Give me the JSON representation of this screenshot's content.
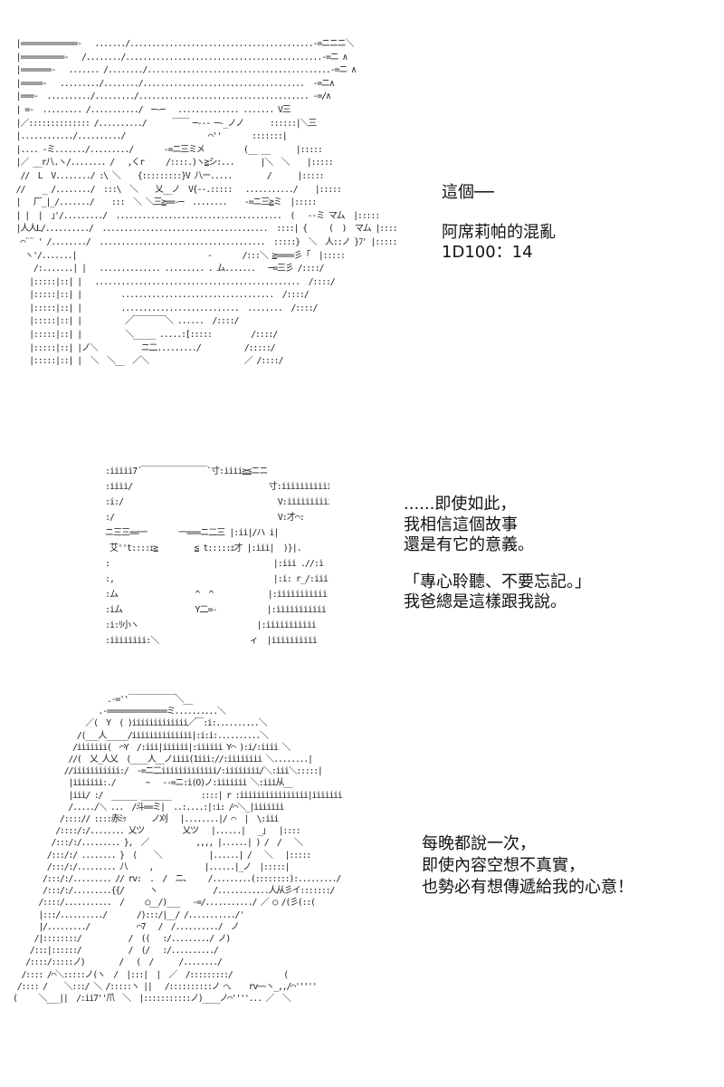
{
  "panels": [
    {
      "art": [
        "  |=============-   ......./..........................................-=ニニニ＼",
        "  |==========-   /......../.............................................-=ニ ∧",
        "  |=======-   ....... /......../..........................................-=ニ ∧",
        "  |=====-   ........./......../.....................................  -=ニ∧",
        "  |===-  ........../........./....................................... -=/∧",
        "  | =-  ......... /.........../  ─-─   .............. ....... V三",
        "  |／:::::::::::::: /........../      ￣￣ ─-‐‐ ─‐_ノノ      ::::::|＼三",
        "  |............/........../                   ⌒''       :::::::|",
        "  |.... -ミ......./........./       -=ニ三ミメ         (__ __      |:::::",
        "  |／ __r八.ヽ/........ /   ,くr     /::::.)ヽ≧シ:...      |＼  ＼    |:::::",
        "   //  L  V......../ :\\ ＼    {:::::::::}V 八ー.....        /      |:::::",
        "  //    _ /......../  :::\\  ＼    乂__ノ  V{--.:::::   .........../    |:::::",
        "  |   厂_|_/......./    :::  ＼ ＼三≧==‐─  ........    -=ニ三≧ミ  |:::::",
        "  | |  |  ｣'/........./  ......................................  (   --ミ マム  |:::::",
        "  |人人L/........../  ......................................  ::::| {     (  )  マム |:::::",
        "   ⌒¨¨ ' /......../  ......................................  :::::}  ＼  人::ノ }ﾌ' |:::::",
        "    ヽ'/.......|                              -       /:::＼ ≧====彡「  |:::::",
        "      /:.......| |   .............. ......... . ム.......   ─=三彡 /::::/",
        "     |:::::|::| |   ...............................................  /::::/",
        "     |:::::|::| |         ...................................  /::::/",
        "     |:::::|::| |         ...........................  ........  /::::/",
        "     |:::::|::| |          ／￣￣￣￣＼ ......  /::::/",
        "     |:::::|::| |          ＼_____ .....:[:::::         /::::/",
        "     |:::::|::| |ノ＼          ニ二........./          /:::::/",
        "     |:::::|::| |  ＼  ＼__  ／＼                      ／ /::::/"
      ],
      "dialogue": [
        "這個──",
        "",
        "阿席莉帕的混亂",
        "1D100：14"
      ]
    },
    {
      "art": [
        ":iiiii7´￣￣￣￣￣￣￣￣`寸:iiii≧≦ニニ",
        ":iiii/                              寸:iiiiiiiiiiii",
        ":i:/                                  V:iiiiiiiiiiii",
        ":/                                    V:才⌒:",
        "ニ三三==一       一===ニ二三 |:ii|/ハ i|",
        " 艾''t::::ｪ≧        ≦ t:::::ｪ才 |:iii|  )}|.",
        ":                                    |:iii .//:i",
        ":,                                   |:i: r_/:iii",
        ":ム                 ^  ^            |:iiiiiiiiiii",
        ":iム                Y二=-           |:iiiiiiiiiii",
        ":i:ﾘ小ヽ                          |:iiiiiiiiiii",
        ":iiiiiiii:＼                    ィ  |iiiiiiiiii"
      ],
      "dialogue": [
        "......即使如此，",
        "我相信這個故事",
        "還是有它的意義。",
        "",
        "「專心聆聽、不要忘記。」",
        "我爸總是這樣跟我說。"
      ]
    },
    {
      "art": [
        "                      .-=''￣￣￣￣￣￣＼__",
        "                    .-==============ミ..........＼",
        "                 ／(  Y  ( )iiiiiiiiiiiii／￣:i:..........＼",
        "               /(___人_____/iiiiiiiiiiiiii|:i:i:..........＼",
        "              /iiiiiii(  ⌒Y  /:iii|iiiiii|:iiiiii Y⌒ ):i/:iiii ＼",
        "             //(  乂_人乂  (____人__ノiiii(1iii://:iiiiiiii ＼........|",
        "            //iiiiiiiiiii:/  -=ニ二iiiiiiiiiiiii/:iiiiiiii/＼:iii＼:::::|",
        "             |iiiiiii:./       ~   --=ニ:i(O)ノ:iiiiiii ＼:iii从__",
        "             |iii/ :/  ______ _______       ::::| r :iiiiiiiiiiiiiiii|iiiiiii",
        "             /...../＼ ...  /斗==ミ|  ..:....:|:i: /⌒＼_|iiiiiii",
        "           /::::// ::::赤ﾐｯ      ノ刈   |........|/ ⌒  |  \\:iii",
        "          /::::/:/........ 乂ツ         乂ツ   |......|   _」  |::::",
        "         /:::/:/......... },  ／           ,,,, |......| ) /  /   ＼",
        "        /:::/:/ ........ }  (    ＼           |......| /   ＼   |:::::",
        "        /:::/:/......... 八     ,            |......|_ノ  |:::::| ",
        "       /:::/:/......... // rv:  .  /  ニ、    /.........(::::::::):........./",
        "       /:::/:/.........{{/      ヽ             /............人从彡イ:::::::/",
        "      /::::/...........  /     ○__/)___   -=/.........../ ／ ○ /(彡(::(",
        "      |:::/........../       /):::/|__/ /.........../'",
        "      |/........./           ⌒7   /  /........../  ノ",
        "     /|::::::::/           /  ((   :/........./ ノ)",
        "    /:::|::::::/           /  (/   :/........../",
        "   /::::/:::::ノ)        /   (  /      /......../",
        "  /:::: /⌒＼:::::ノ(ヽ  /  |:::|  |  ／  /:::::::::/            (",
        " /:::: /    ＼:::/ ＼ /:::::ヽ ||   /::::::::::ノ ⌒、   rv~~ヽ_,,/⌒'''''",
        "(     ＼___||  /:ii7''爪  ＼  |:::::::::::ノ)____ノ⌒''''... ／  ＼"
      ],
      "dialogue": [
        "每晚都說一次，",
        "即使內容空想不真實，",
        "也勢必有想傳遞給我的心意！"
      ]
    }
  ]
}
